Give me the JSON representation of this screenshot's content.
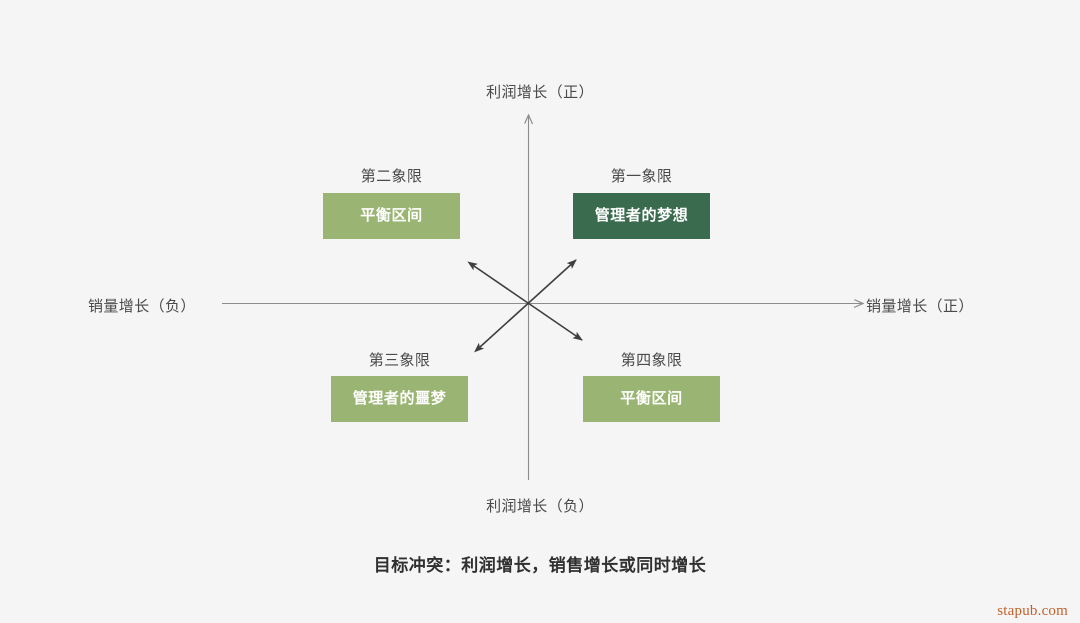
{
  "chart_data": {
    "type": "scatter",
    "title": "目标冲突：利润增长，销售增长或同时增长",
    "xlabel": "销量增长",
    "ylabel": "利润增长",
    "grid": false,
    "legend": "none",
    "axes": {
      "x_positive_label": "销量增长（正）",
      "x_negative_label": "销量增长（负）",
      "y_positive_label": "利润增长（正）",
      "y_negative_label": "利润增长（负）",
      "origin": [
        528,
        303
      ],
      "x_range": [
        222,
        868
      ],
      "y_range": [
        113,
        480
      ]
    },
    "quadrants": [
      {
        "id": "q1",
        "title": "第一象限",
        "box_label": "管理者的梦想",
        "box_color": "#3a6b4e",
        "text_color": "#ffffff",
        "x_sign": "positive",
        "y_sign": "positive"
      },
      {
        "id": "q2",
        "title": "第二象限",
        "box_label": "平衡区间",
        "box_color": "#9ab573",
        "text_color": "#ffffff",
        "x_sign": "negative",
        "y_sign": "positive"
      },
      {
        "id": "q3",
        "title": "第三象限",
        "box_label": "管理者的噩梦",
        "box_color": "#9ab573",
        "text_color": "#ffffff",
        "x_sign": "negative",
        "y_sign": "negative"
      },
      {
        "id": "q4",
        "title": "第四象限",
        "box_label": "平衡区间",
        "box_color": "#9ab573",
        "text_color": "#ffffff",
        "x_sign": "positive",
        "y_sign": "negative"
      }
    ],
    "annotations": [
      {
        "name": "diagonal-arrow-ne-sw",
        "type": "double-headed-arrow",
        "from": [
          472,
          264
        ],
        "to": [
          584,
          342
        ]
      },
      {
        "name": "diagonal-arrow-nw-se",
        "type": "double-headed-arrow",
        "from": [
          478,
          349
        ],
        "to": [
          578,
          258
        ]
      }
    ]
  },
  "diagram": {
    "caption": "目标冲突：利润增长，销售增长或同时增长",
    "axis": {
      "profit_positive": "利润增长（正）",
      "profit_negative": "利润增长（负）",
      "sales_negative": "销量增长（负）",
      "sales_positive": "销量增长（正）"
    },
    "quadrants": {
      "q1": {
        "title": "第一象限",
        "label": "管理者的梦想"
      },
      "q2": {
        "title": "第二象限",
        "label": "平衡区间"
      },
      "q3": {
        "title": "第三象限",
        "label": "管理者的噩梦"
      },
      "q4": {
        "title": "第四象限",
        "label": "平衡区间"
      }
    }
  },
  "watermark": {
    "text": "stapub.com",
    "color": "#c0622a"
  },
  "colors": {
    "background": "#f5f5f5",
    "axis": "#8c8c8c",
    "arrow": "#3f3f3f",
    "light_green": "#9ab573",
    "dark_green": "#3a6b4e",
    "text": "#4a4a4a"
  }
}
